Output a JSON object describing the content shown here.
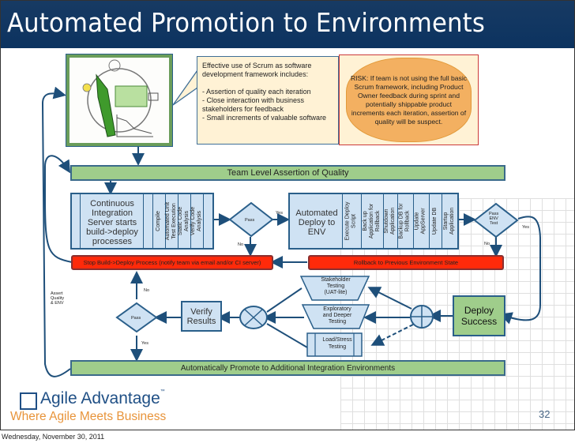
{
  "slide": {
    "title": "Automated Promotion to Environments",
    "page_number": "32",
    "date": "Wednesday, November 30, 2011"
  },
  "colors": {
    "header_bg": "#0c3360",
    "green_bar": "#9fcd8b",
    "red_bar": "#ff2a0a",
    "process_blue": "#cfe2f3",
    "note_bg": "#fff2d5",
    "risk_oval": "#f3b061",
    "logo_blue": "#1f4f85",
    "logo_orange": "#e8943a"
  },
  "notes": {
    "scrum_callout": "Effective use of Scrum as software development framework includes:\n\n- Assertion of quality each iteration\n- Close interaction with business stakeholders for feedback\n- Small increments of valuable software",
    "risk": "RISK: If team is not using the full basic Scrum framework, including Product Owner feedback during sprint and potentially shippable product increments each iteration, assertion of quality will be suspect."
  },
  "flow": {
    "team_assertion": "Team Level Assertion of Quality",
    "ci_process": {
      "title": "Continuous Integration Server starts build->deploy processes",
      "steps": [
        "Compile",
        "Automated Unit\nTest Execution",
        "Static Code\nAnalysis",
        "Verify Code\nAnalysis"
      ]
    },
    "decision_pass_1": "Pass",
    "yes": "Yes",
    "no": "No",
    "deploy_process": {
      "title": "Automated Deploy to ENV",
      "steps": [
        "Execute Deploy\nScript",
        "Back up\nApplication for\nRollback",
        "Shutdown\nApplication",
        "Backup DB for\nRollback",
        "Update\nAppServer",
        "Update DB",
        "Startup\nApplication"
      ]
    },
    "decision_env": "Pass\nENV\nTest",
    "stop_build": "Stop Build->Deploy Process (notify team via email and/or CI server)",
    "rollback": "Rollback to Previous Environment State",
    "deploy_success": "Deploy Success",
    "tests": [
      "Stakeholder\nTesting\n(UAT-lite)",
      "Exploratory\nand Deeper\nTesting",
      "Load/Stress\nTesting"
    ],
    "verify_results": "Verify Results",
    "decision_pass_2": "Pass",
    "assert_label": "Assert\nQuality\n& ENV",
    "promote": "Automatically Promote to Additional Integration Environments"
  },
  "logo": {
    "name": "Agile Advantage",
    "trademark": "™",
    "tagline": "Where Agile Meets Business"
  }
}
